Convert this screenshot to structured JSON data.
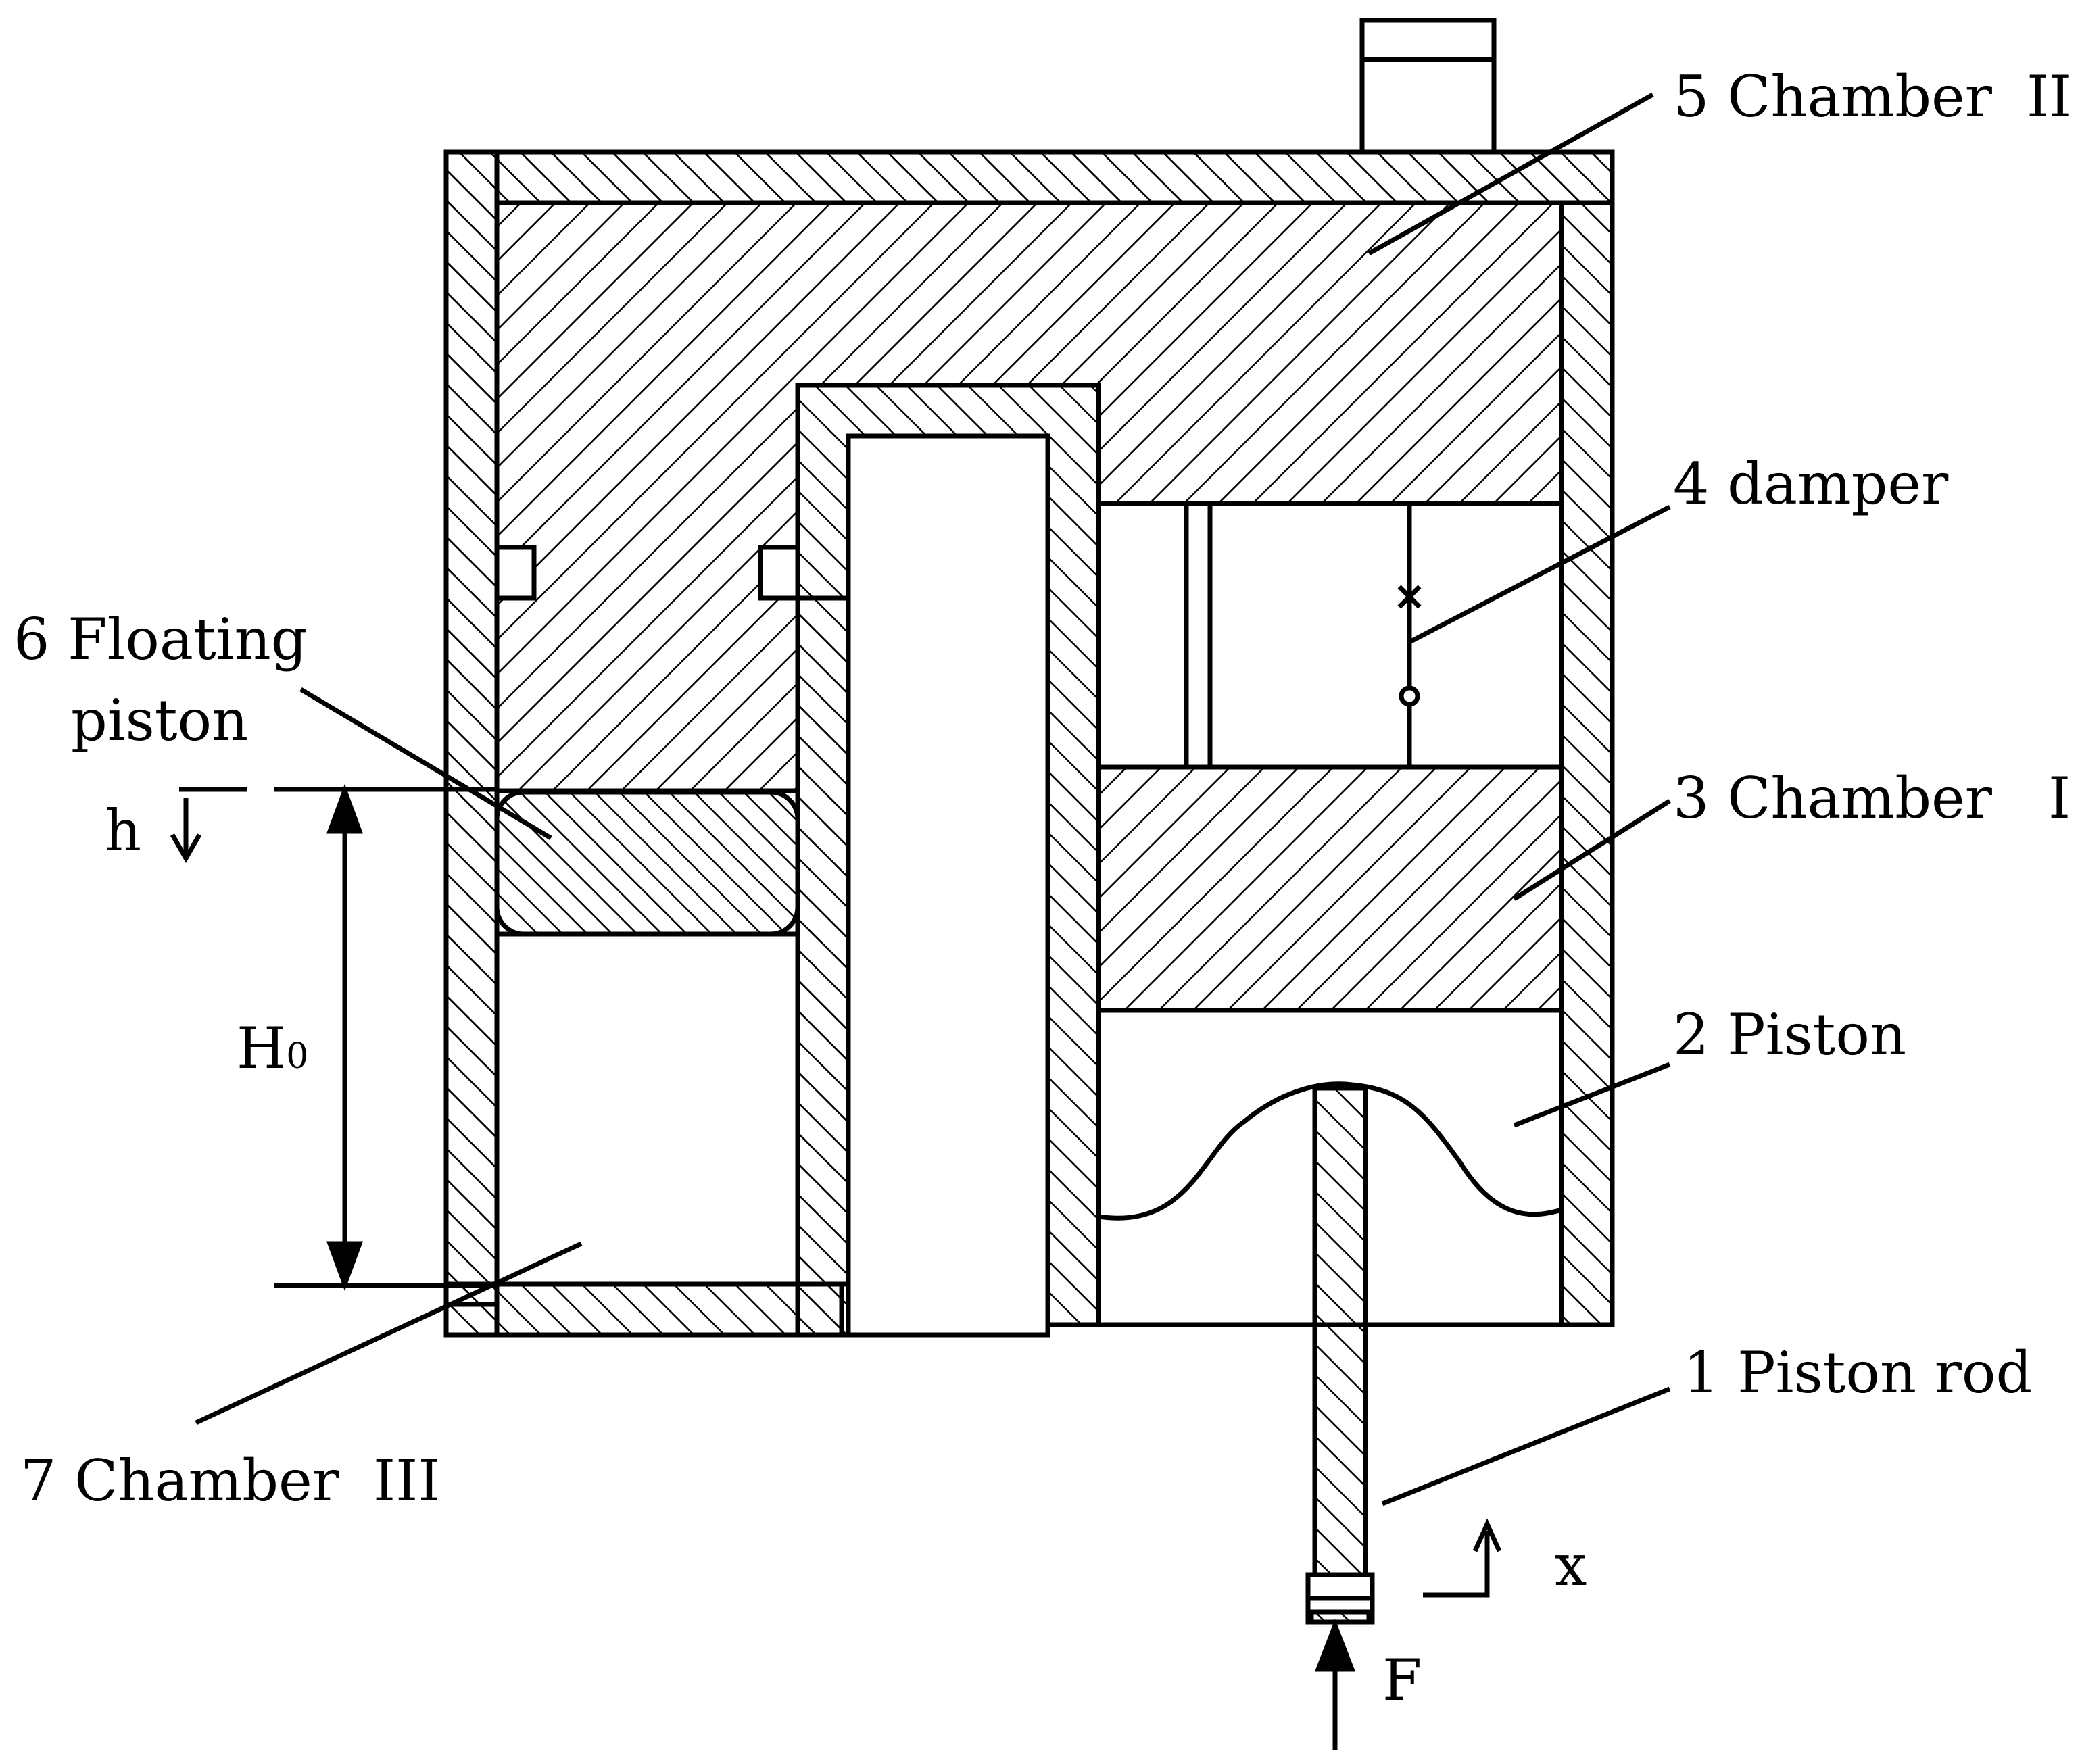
{
  "colors": {
    "stroke": "#000000",
    "background": "#ffffff"
  },
  "labels": {
    "chamber_ii": {
      "number": "5",
      "text": "Chamber",
      "roman": "II"
    },
    "damper": {
      "number": "4",
      "text": "damper"
    },
    "chamber_i": {
      "number": "3",
      "text": "Chamber",
      "roman": "I"
    },
    "piston": {
      "number": "2",
      "text": "Piston"
    },
    "piston_rod": {
      "number": "1",
      "text": "Piston rod"
    },
    "floating_piston": {
      "number": "6",
      "line1": "Floating",
      "line2": "piston"
    },
    "chamber_iii": {
      "number": "7",
      "text": "Chamber",
      "roman": "III"
    }
  },
  "symbols": {
    "h": "h",
    "H": "H",
    "H_sub": "0",
    "x": "x",
    "F": "F"
  }
}
